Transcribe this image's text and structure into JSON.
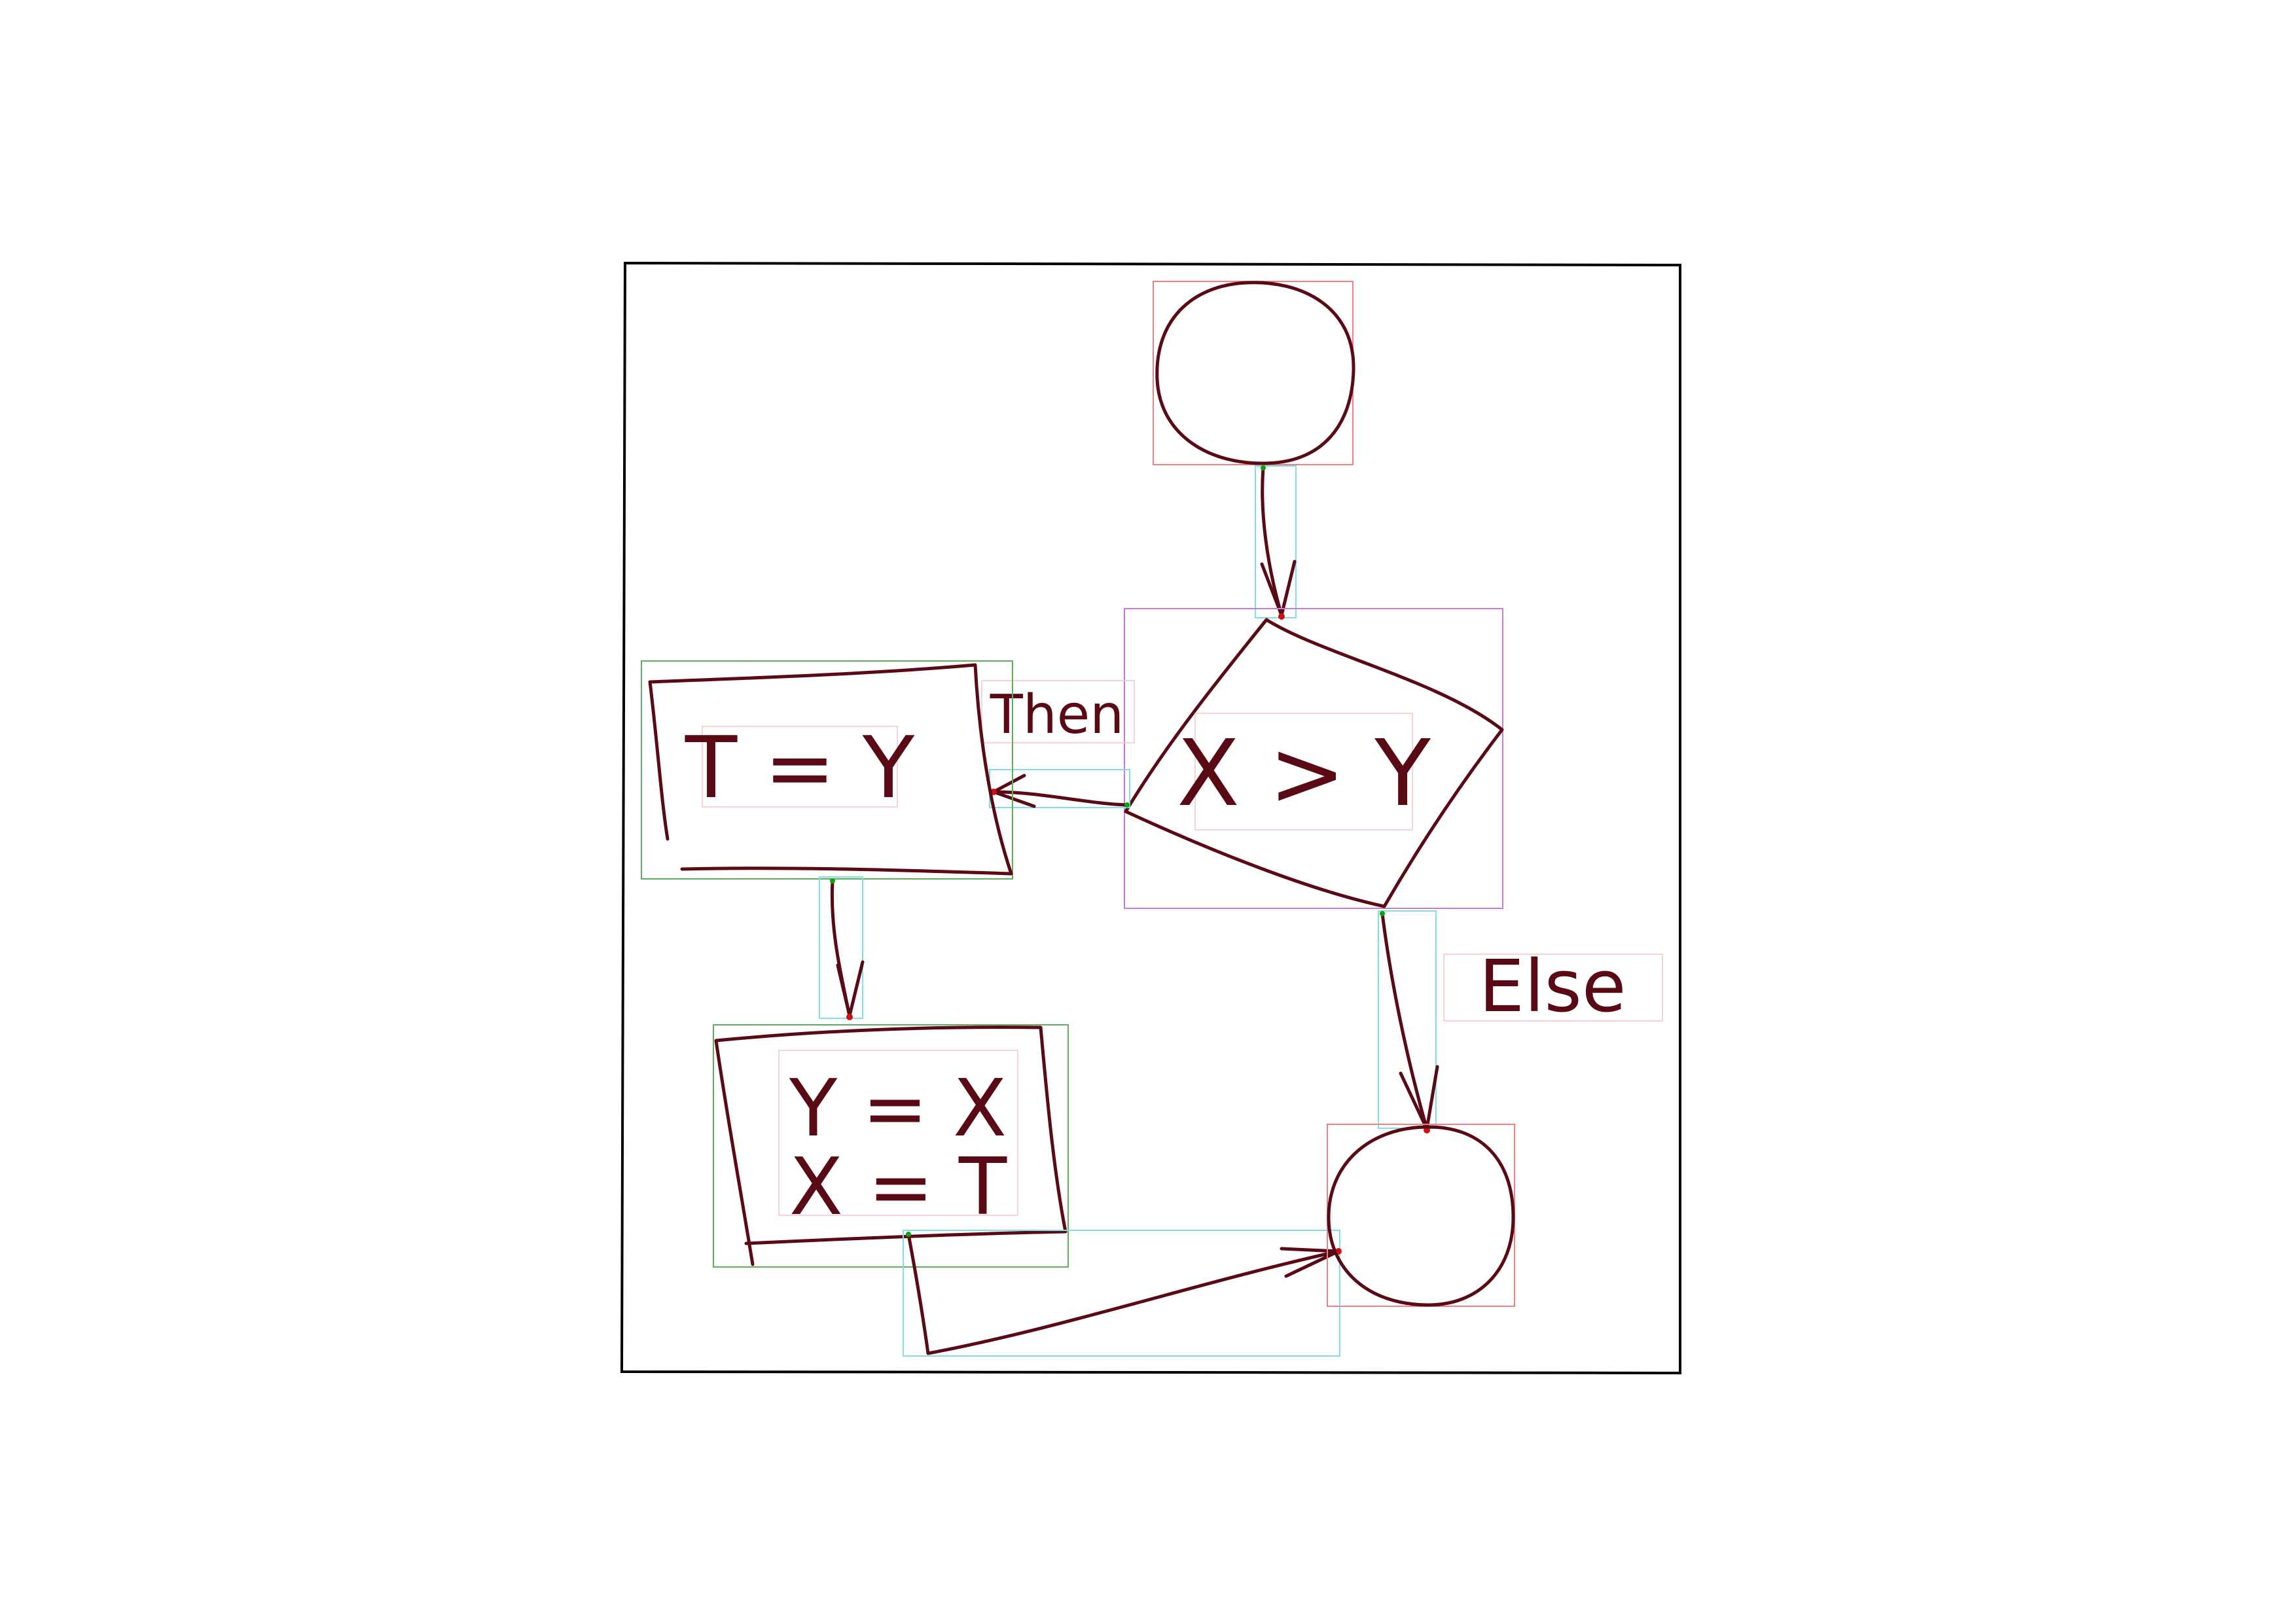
{
  "diagram": {
    "nodes": [
      {
        "id": "start",
        "shape": "circle",
        "text": ""
      },
      {
        "id": "decision",
        "shape": "diamond",
        "text": "X > Y"
      },
      {
        "id": "process1",
        "shape": "rectangle",
        "text": "T = Y"
      },
      {
        "id": "process2",
        "shape": "rectangle",
        "text_lines": [
          "Y = X",
          "X = T"
        ]
      },
      {
        "id": "end",
        "shape": "circle",
        "text": ""
      }
    ],
    "edges": [
      {
        "from": "start",
        "to": "decision",
        "label": ""
      },
      {
        "from": "decision",
        "to": "process1",
        "label": "Then"
      },
      {
        "from": "decision",
        "to": "end",
        "label": "Else"
      },
      {
        "from": "process1",
        "to": "process2",
        "label": ""
      },
      {
        "from": "process2",
        "to": "end",
        "label": ""
      }
    ],
    "annotation_colors": {
      "ink": "#5a0a14",
      "frame": "#000000",
      "terminal_box": "#f08080",
      "decision_box": "#c77dd6",
      "process_box": "#5fae5f",
      "arrow_box": "#7fe0e6",
      "text_box": "#f2c6c6",
      "arrow_head_marker": "#d01010",
      "arrow_tail_marker": "#10a010"
    }
  }
}
